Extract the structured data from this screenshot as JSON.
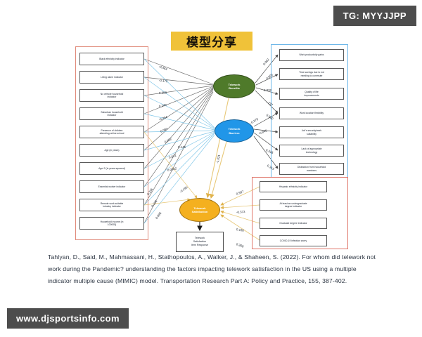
{
  "watermarks": {
    "telegram": "TG: MYYJJPP",
    "site": "www.djsportsinfo.com"
  },
  "title_banner": {
    "text": "模型分享"
  },
  "diagram": {
    "type": "mimic-path-diagram",
    "latent_variables": [
      {
        "id": "benefits",
        "label": "Telework\nBenefits",
        "color": "#4f7a2a"
      },
      {
        "id": "barriers",
        "label": "Telework\nBarriers",
        "color": "#2196e8"
      },
      {
        "id": "satisfaction",
        "label": "Telework\nSatisfaction",
        "color": "#f4b01f"
      }
    ],
    "observed_response": "Telework\nSatisfaction\nItem Response",
    "cause_indicators": [
      "Black ethnicity indicator",
      "Living alone indicator",
      "No vehicle household\nindicator",
      "Suburban household\nindicator",
      "Presence of children\nattending online school",
      "Age (in years)",
      "Age^2 (in years squared)",
      "Essential worker indicator",
      "Remote work suitable\nindustry indicator",
      "Household income (in\n10000$)"
    ],
    "effect_indicators_benefits_barriers": [
      "Work productivity gains",
      "Time savings due to not\nneeding to commute",
      "Quality of life\nimprovements",
      "Work location flexibility",
      "Job's security/work\nsuitability",
      "Lack of appropriate\ntechnology",
      "Distraction from household\nmembers"
    ],
    "bottom_indicators": [
      "Hispanic ethnicity indicator",
      "At least an undergraduate\ndegree indicator",
      "Graduate degree indicator",
      "COVID-19 infection worry"
    ],
    "coefficients_left": [
      "-0.464",
      "-0.172",
      "0.308",
      "0.249",
      "-0.294",
      "0.083",
      "0.002",
      "0.146",
      "0.022",
      "0.0002",
      "-0.196",
      "-1.021",
      "0.236",
      "0.198",
      "0.098"
    ],
    "coefficients_right": [
      "0.962",
      "0.891",
      "0.832",
      "-.737",
      "0.960",
      "-0.845",
      "-0.379",
      "0.318",
      "0.313"
    ],
    "coefficients_bottom": [
      "0.597",
      "-0.373",
      "0.160",
      "0.360"
    ],
    "frame_colors": {
      "left": "#e08b7b",
      "right": "#6ab6e8",
      "bottom": "#e0766a"
    }
  },
  "citation": "Tahlyan, D., Said, M., Mahmassani, H., Stathopoulos, A., Walker, J., & Shaheen, S. (2022). For whom did telework not work during the Pandemic? understanding the factors impacting telework satisfaction in the US using a multiple indicator multiple cause (MIMIC) model. Transportation Research Part A: Policy and Practice, 155, 387-402."
}
